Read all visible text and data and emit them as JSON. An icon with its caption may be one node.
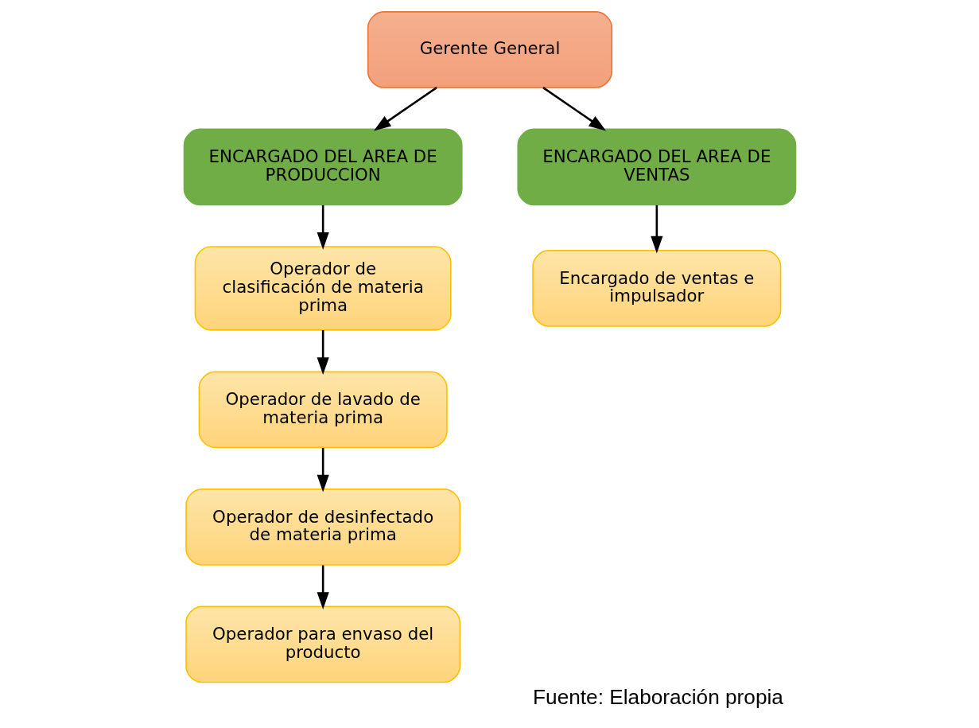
{
  "diagram": {
    "caption": "Fuente: Elaboración propia",
    "nodes": [
      {
        "text": [
          "Gerente General"
        ]
      },
      {
        "text": [
          "ENCARGADO DEL AREA DE PRODUCCION"
        ]
      },
      {
        "text": [
          "ENCARGADO DEL AREA DE VENTAS"
        ]
      },
      {
        "text": [
          "Operador de clasificación de materia prima"
        ]
      },
      {
        "text": [
          "Operador de lavado de materia prima"
        ]
      },
      {
        "text": [
          "Operador de desinfectado de materia prima"
        ]
      },
      {
        "text": [
          "Operador para envaso del producto"
        ]
      },
      {
        "text": [
          "Encargado de ventas e impulsador"
        ]
      }
    ],
    "edges": [
      {
        "from": 0,
        "to": 1,
        "arrow": "to"
      },
      {
        "from": 0,
        "to": 2,
        "arrow": "to"
      },
      {
        "from": 1,
        "to": 3,
        "arrow": "to"
      },
      {
        "from": 3,
        "to": 4,
        "arrow": "to"
      },
      {
        "from": 4,
        "to": 5,
        "arrow": "to"
      },
      {
        "from": 5,
        "to": 6,
        "arrow": "to"
      },
      {
        "from": 2,
        "to": 7,
        "arrow": "to"
      }
    ]
  }
}
